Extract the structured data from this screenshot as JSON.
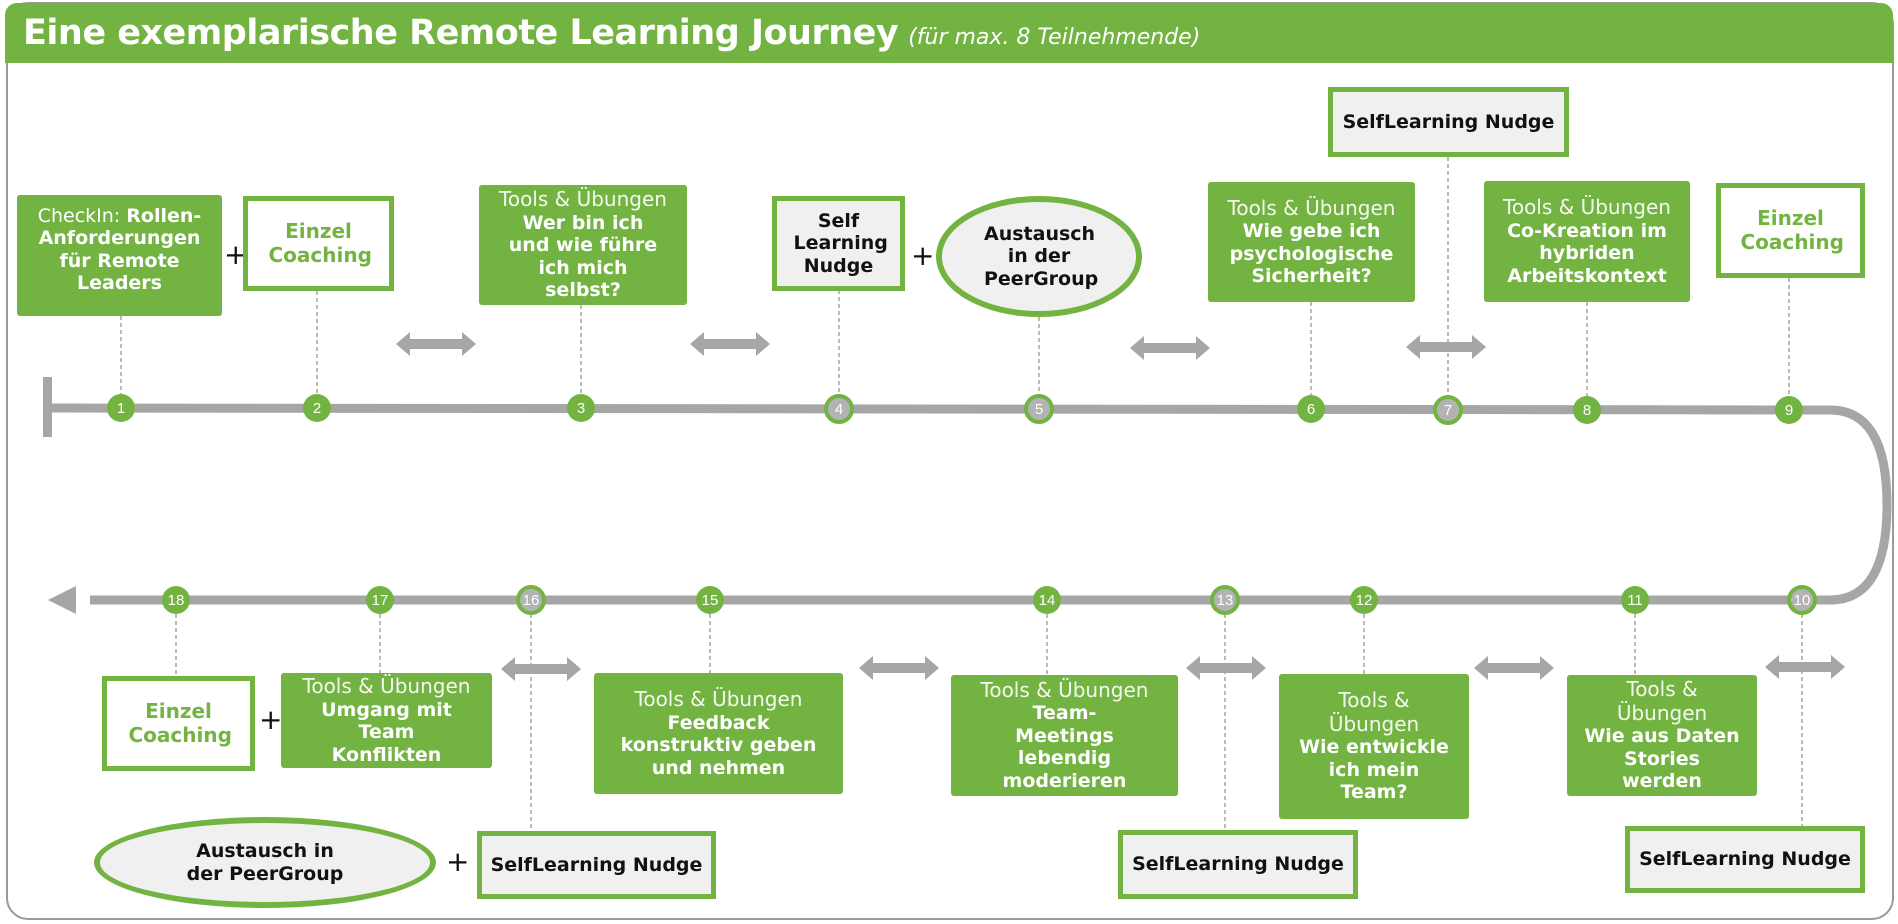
{
  "header": {
    "title": "Eine exemplarische Remote Learning Journey",
    "subtitle": "(für max. 8 Teilnehmende)"
  },
  "colors": {
    "accent": "#72b342",
    "track": "#a6a6a6",
    "nudge_bg": "#f0f0f0"
  },
  "nodes": [
    {
      "n": "1",
      "type": "green"
    },
    {
      "n": "2",
      "type": "green"
    },
    {
      "n": "3",
      "type": "green"
    },
    {
      "n": "4",
      "type": "alt"
    },
    {
      "n": "5",
      "type": "alt"
    },
    {
      "n": "6",
      "type": "green"
    },
    {
      "n": "7",
      "type": "alt"
    },
    {
      "n": "8",
      "type": "green"
    },
    {
      "n": "9",
      "type": "green"
    },
    {
      "n": "10",
      "type": "alt"
    },
    {
      "n": "11",
      "type": "green"
    },
    {
      "n": "12",
      "type": "green"
    },
    {
      "n": "13",
      "type": "alt"
    },
    {
      "n": "14",
      "type": "green"
    },
    {
      "n": "15",
      "type": "green"
    },
    {
      "n": "16",
      "type": "alt"
    },
    {
      "n": "17",
      "type": "green"
    },
    {
      "n": "18",
      "type": "green"
    }
  ],
  "plus": "+",
  "steps": {
    "s1": {
      "kicker": "CheckIn: ",
      "topic": "Rollen-Anforderungen für Remote Leaders"
    },
    "s2": {
      "label": "Einzel Coaching"
    },
    "s3": {
      "kicker": "Tools & Übungen",
      "topic": "Wer bin ich und wie führe ich mich selbst?"
    },
    "s4": {
      "label": "Self Learning Nudge"
    },
    "s5": {
      "label": "Austausch in der PeerGroup"
    },
    "s6": {
      "kicker": "Tools & Übungen",
      "topic": "Wie gebe ich psychologische Sicherheit?"
    },
    "s7": {
      "label": "SelfLearning Nudge"
    },
    "s8": {
      "kicker": "Tools & Übungen",
      "topic": "Co-Kreation im hybriden Arbeitskontext"
    },
    "s9": {
      "label": "Einzel Coaching"
    },
    "s10": {
      "label": "SelfLearning Nudge"
    },
    "s11": {
      "kicker": "Tools & Übungen",
      "topic": "Wie aus Daten Stories werden"
    },
    "s12": {
      "kicker": "Tools & Übungen",
      "topic": "Wie entwickle ich mein Team?"
    },
    "s13": {
      "label": "SelfLearning Nudge"
    },
    "s14": {
      "kicker": "Tools & Übungen",
      "topic": "Team-Meetings lebendig moderieren"
    },
    "s15": {
      "kicker": "Tools & Übungen",
      "topic": "Feedback konstruktiv geben und nehmen"
    },
    "s16": {
      "label": "SelfLearning Nudge"
    },
    "s16b": {
      "label": "Austausch in der PeerGroup"
    },
    "s17": {
      "kicker": "Tools & Übungen",
      "topic": "Umgang mit Team Konflikten"
    },
    "s18": {
      "label": "Einzel Coaching"
    }
  }
}
